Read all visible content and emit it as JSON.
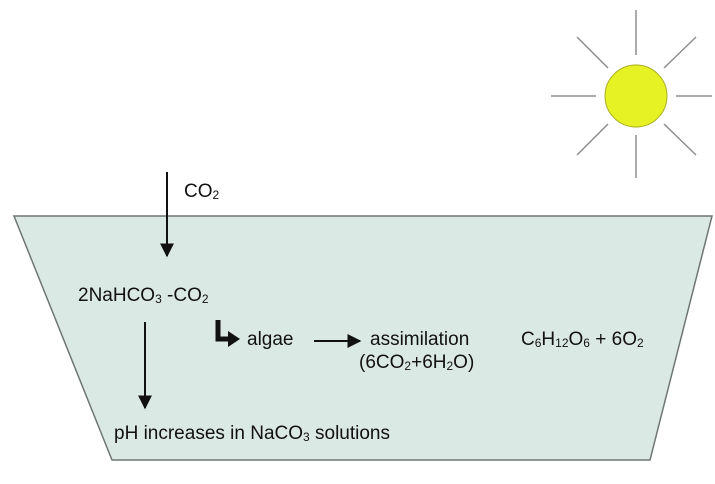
{
  "colors": {
    "pond_fill": "#dbe9e5",
    "pond_stroke": "#6f7672",
    "sun_fill": "#e6f224",
    "sun_stroke": "#a8ad20",
    "ray": "#8f8f8f",
    "arrow": "#111111"
  },
  "icons": {
    "sun": "sun-icon",
    "pond": "pond-vessel",
    "bent_arrow": "bent-arrow-icon"
  },
  "labels": {
    "co2_in": {
      "main": "CO",
      "sub": "2"
    },
    "bicarbonate": {
      "a": "2NaHCO",
      "a_sub": "3",
      "b": " -CO",
      "b_sub": "2"
    },
    "algae": "algae",
    "assimilation": "assimilation",
    "assimilation_eq": {
      "p1": "(6CO",
      "s1": "2",
      "p2": "+6H",
      "s2": "2",
      "p3": "O)"
    },
    "glucose": {
      "p1": "C",
      "s1": "6",
      "p2": "H",
      "s2": "12",
      "p3": "O",
      "s3": "6",
      "p4": " + 6O",
      "s4": "2"
    },
    "ph": {
      "p1": "pH increases in NaCO",
      "s1": "3",
      "p2": " solutions"
    }
  }
}
